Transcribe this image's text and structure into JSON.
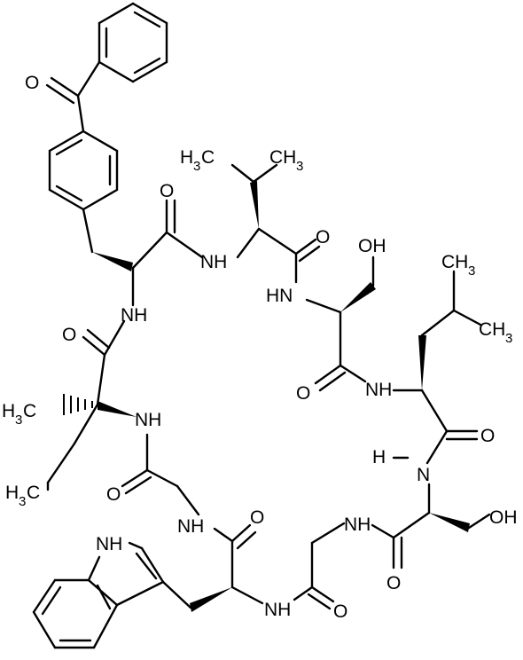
{
  "labels": {
    "O": "O",
    "OH": "OH",
    "NH": "NH",
    "HN": "HN",
    "N": "N",
    "H": "H",
    "CH": "CH",
    "H3C_prefix_H": "H",
    "H3C_prefix_C": "C",
    "sub3": "3"
  },
  "colors": {
    "ink": "#000000",
    "background": "#ffffff"
  }
}
